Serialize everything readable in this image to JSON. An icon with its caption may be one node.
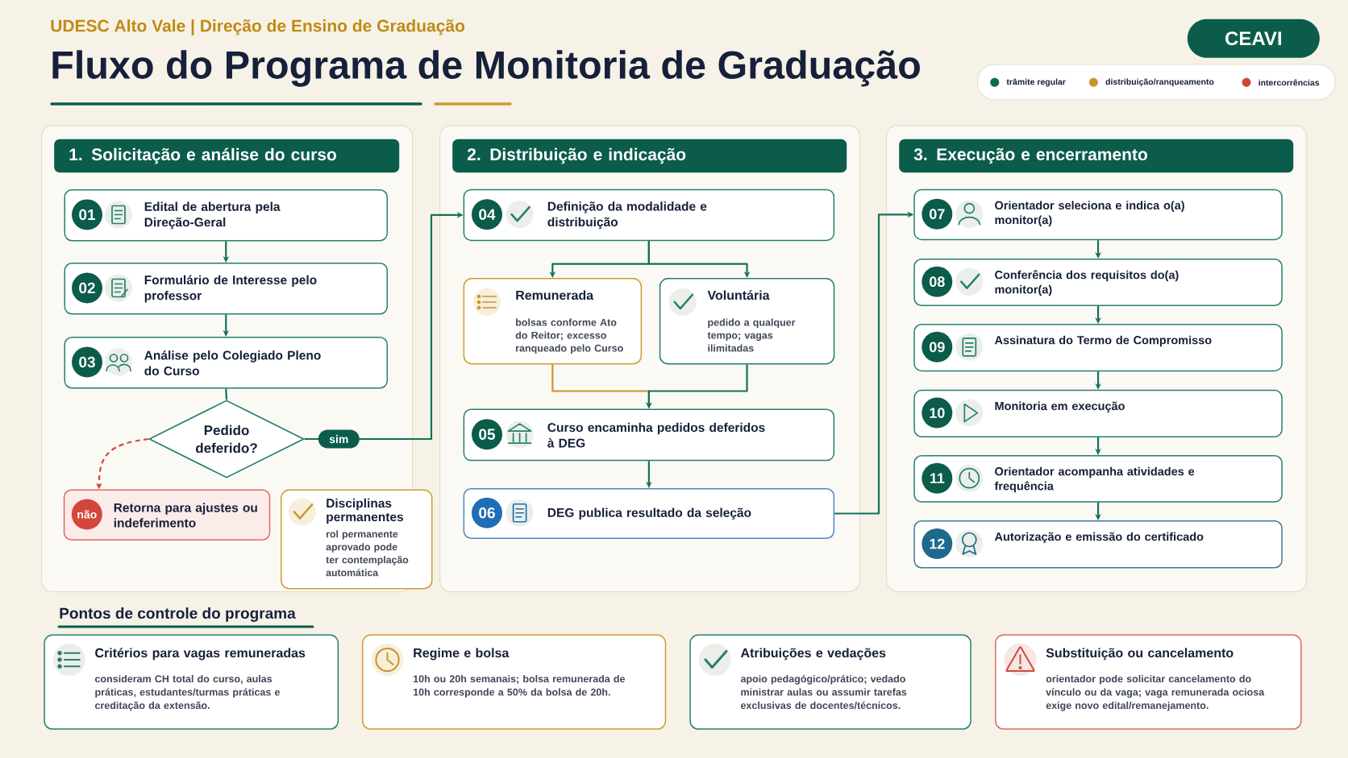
{
  "diagram": {
    "title": "Fluxo do Programa de Monitoria de Graduação",
    "nodes": [
      {
        "text": [
          "CEAVI"
        ]
      },
      {
        "text": [
          "1. Solicitação e análise do curso"
        ]
      },
      {
        "text": [
          "01",
          "Edital de abertura pela Direção-Geral"
        ],
        "in": 1
      },
      {
        "text": [
          "02",
          "Formulário de Interesse pelo professor"
        ],
        "in": 1
      },
      {
        "text": [
          "03",
          "Análise pelo Colegiado Pleno do Curso"
        ],
        "in": 1
      },
      {
        "text": [
          "Pedido deferido?"
        ],
        "in": 1
      },
      {
        "text": [
          "não",
          "Retorna para ajustes ou indeferimento"
        ],
        "in": 1
      },
      {
        "text": [
          "Disciplinas permanentes",
          "rol permanente aprovado pode ter contemplação automática"
        ]
      },
      {
        "text": [
          "2. Distribuição e indicação"
        ]
      },
      {
        "text": [
          "04",
          "Definição da modalidade e distribuição"
        ],
        "in": 8
      },
      {
        "text": [
          "Remunerada",
          "bolsas conforme Ato do Reitor; excesso ranqueado pelo Curso"
        ],
        "in": 8
      },
      {
        "text": [
          "Voluntária",
          "pedido a qualquer tempo; vagas ilimitadas"
        ],
        "in": 8
      },
      {
        "text": [
          "05",
          "Curso encaminha pedidos deferidos à DEG"
        ],
        "in": 8
      },
      {
        "text": [
          "06",
          "DEG publica resultado da seleção"
        ],
        "in": 8
      },
      {
        "text": [
          "3. Execução e encerramento"
        ]
      },
      {
        "text": [
          "07",
          "Orientador seleciona e indica o(a) monitor(a)"
        ],
        "in": 14
      },
      {
        "text": [
          "08",
          "Conferência dos requisitos do(a) monitor(a)"
        ],
        "in": 14
      },
      {
        "text": [
          "09",
          "Assinatura do Termo de Compromisso"
        ],
        "in": 14
      },
      {
        "text": [
          "10",
          "Monitoria em execução"
        ],
        "in": 14
      },
      {
        "text": [
          "11",
          "Orientador acompanha atividades e frequência"
        ],
        "in": 14
      },
      {
        "text": [
          "12",
          "Autorização e emissão do certificado"
        ],
        "in": 14
      },
      {
        "text": [
          "Critérios para vagas remuneradas",
          "consideram CH total do curso, aulas práticas, estudantes/turmas práticas e creditação da extensão."
        ]
      },
      {
        "text": [
          "Regime e bolsa",
          "10h ou 20h semanais; bolsa remunerada de 10h corresponde a 50% da bolsa de 20h."
        ]
      },
      {
        "text": [
          "Atribuições e vedações",
          "apoio pedagógico/prático; vedado ministrar aulas ou assumir tarefas exclusivas de docentes/técnicos."
        ]
      },
      {
        "text": [
          "Substituição ou cancelamento",
          "orientador pode solicitar cancelamento do vínculo ou da vaga; vaga remunerada ociosa exige novo edital/remanejamento."
        ]
      }
    ],
    "edges": [
      {
        "from": 2,
        "to": 3,
        "arrow": "to"
      },
      {
        "from": 3,
        "to": 4,
        "arrow": "to"
      },
      {
        "from": 4,
        "to": 5,
        "arrow": "none"
      },
      {
        "from": 5,
        "to": 9,
        "arrow": "to",
        "label": "sim"
      },
      {
        "from": 5,
        "to": 6,
        "arrow": "to",
        "style": "dashed",
        "color": "#d0463b"
      },
      {
        "from": 9,
        "to": 10,
        "arrow": "to"
      },
      {
        "from": 9,
        "to": 11,
        "arrow": "to"
      },
      {
        "from": 10,
        "to": 12,
        "arrow": "to",
        "color": "#c8962c"
      },
      {
        "from": 11,
        "to": 12,
        "arrow": "to"
      },
      {
        "from": 12,
        "to": 13,
        "arrow": "to"
      },
      {
        "from": 13,
        "to": 15,
        "arrow": "to"
      },
      {
        "from": 15,
        "to": 16,
        "arrow": "to"
      },
      {
        "from": 16,
        "to": 17,
        "arrow": "to"
      },
      {
        "from": 17,
        "to": 18,
        "arrow": "to"
      },
      {
        "from": 18,
        "to": 19,
        "arrow": "to"
      },
      {
        "from": 19,
        "to": 20,
        "arrow": "to"
      }
    ],
    "labels": [
      "UDESC Alto Vale | Direção de Ensino de Graduação",
      "Pontos de controle do programa"
    ],
    "legend": [
      {
        "text": "trâmite regular",
        "color": "#0b6b55"
      },
      {
        "text": "distribuição/ranqueamento",
        "color": "#c8962c"
      },
      {
        "text": "intercorrências",
        "color": "#d0463b"
      }
    ]
  }
}
